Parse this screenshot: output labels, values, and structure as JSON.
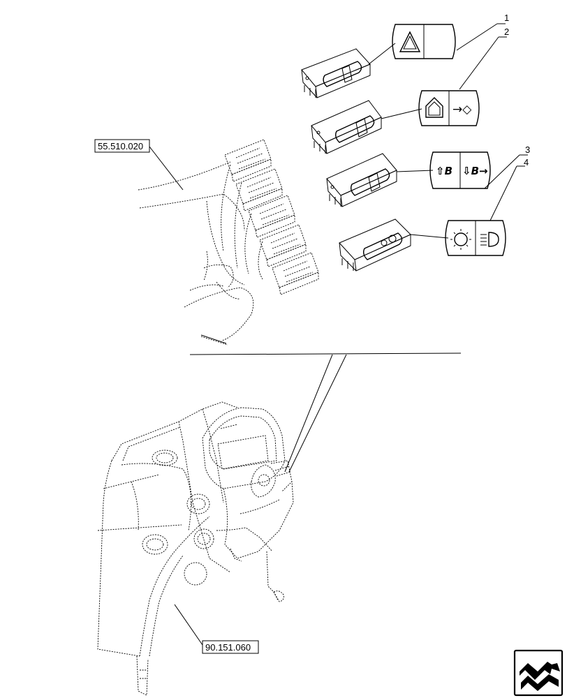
{
  "references": {
    "harness_ref": "55.510.020",
    "dashboard_ref": "90.151.060"
  },
  "callouts": [
    "1",
    "2",
    "3",
    "4"
  ],
  "switch_symbols": {
    "sw2_right": "→◇",
    "sw3_left": "⇧B",
    "sw3_right": "⇩B→"
  },
  "icons": {
    "sw1": [
      "hazard-warning-triangle-icon",
      "blank-icon"
    ],
    "sw2": [
      "house-icon",
      "arrow-diamond-icon"
    ],
    "sw3": [
      "arrow-up-b-icon",
      "arrow-down-b-icon"
    ],
    "sw4": [
      "work-light-icon",
      "headlight-icon"
    ],
    "corner": "page-turn-arrow-icon"
  }
}
